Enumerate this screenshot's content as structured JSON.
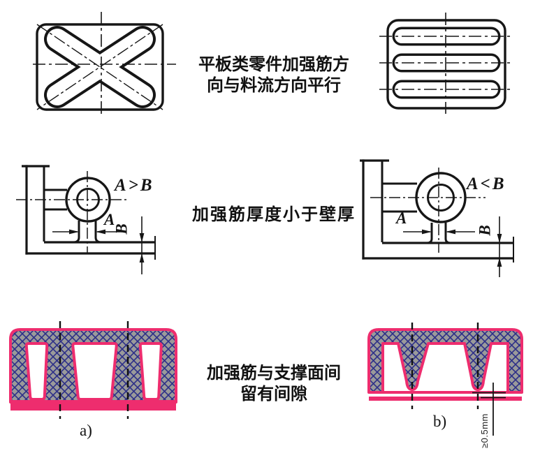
{
  "captions": {
    "row1_line1": "平板类零件加强筋方",
    "row1_line2": "向与料流方向平行",
    "row2_line1": "加强筋厚度小于壁厚",
    "row3_line1": "加强筋与支撑面间",
    "row3_line2": "留有间隙"
  },
  "figure_labels": {
    "left_relation": "A>B",
    "right_relation": "A<B",
    "dim_a_left": "A",
    "dim_b_left": "B",
    "dim_a_right": "A",
    "dim_b_right": "B",
    "gap_dimension": "≥0.5mm",
    "subfig_a": "a)",
    "subfig_b": "b)"
  },
  "colors": {
    "line": "#161616",
    "pink": "#ee2d6e",
    "hatch_gray": "#9a9a9a",
    "hatch_blue": "#2d2f88",
    "background": "#ffffff"
  }
}
